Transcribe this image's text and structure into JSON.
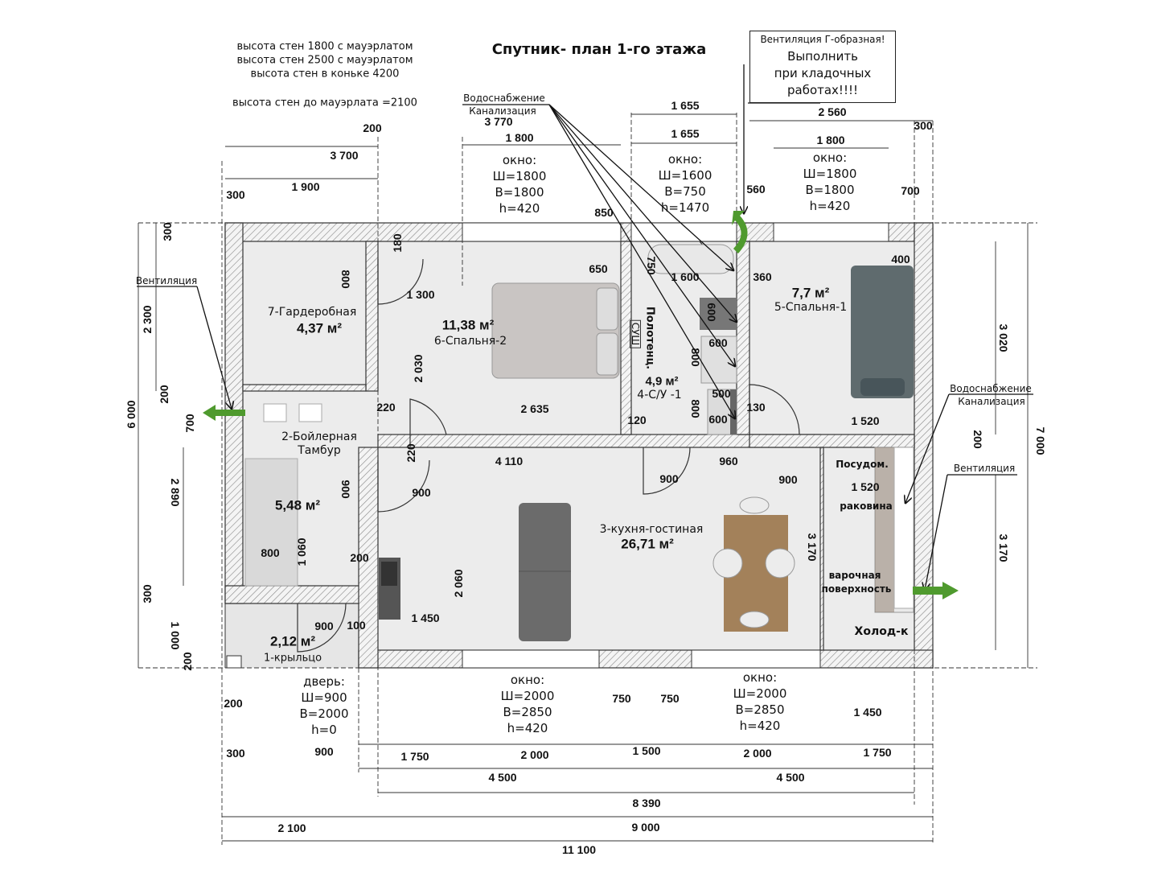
{
  "title": "Спутник- план 1-го  этажа",
  "notes": [
    "высота стен 1800 с мауэрлатом",
    "высота стен 2500 с мауэрлатом",
    "высота стен в коньке 4200",
    "высота стен до мауэрлата =2100"
  ],
  "vent_box": [
    "Вентиляция Г-образная!",
    "Выполнить",
    "при кладочных",
    "работах!!!!"
  ],
  "callouts": {
    "water_top": "Водоснабжение",
    "sewer_top": "Канализация",
    "water_right": "Водоснабжение",
    "sewer_right": "Канализация",
    "vent_left": "Вентиляция",
    "vent_right": "Вентиляция"
  },
  "rooms": {
    "wardrobe": {
      "name": "7-Гардеробная",
      "area": "4,37 м²"
    },
    "bedroom2": {
      "name": "6-Спальня-2",
      "area": "11,38 м²"
    },
    "bathroom": {
      "name": "4-С/У -1",
      "area": "4,9 м²",
      "towel": "Полотенц.",
      "dryer": "СУШ"
    },
    "bedroom1": {
      "name": "5-Спальня-1",
      "area": "7,7 м²"
    },
    "boiler": {
      "name1": "2-Бойлерная",
      "name2": "Тамбур",
      "area": "5,48 м²"
    },
    "kitchen": {
      "name": "3-кухня-гостиная",
      "area": "26,71 м²",
      "dishwasher": "Посудом.",
      "sink": "раковина",
      "hob1": "варочная",
      "hob2": "поверхность",
      "fridge": "Холод-к"
    },
    "porch": {
      "name": "1-крыльцо",
      "area": "2,12 м²"
    }
  },
  "windows": [
    {
      "label": "окно:",
      "w": "Ш=1800",
      "h": "В=1800",
      "sill": "h=420"
    },
    {
      "label": "окно:",
      "w": "Ш=1600",
      "h": "В=750",
      "sill": "h=1470"
    },
    {
      "label": "окно:",
      "w": "Ш=1800",
      "h": "В=1800",
      "sill": "h=420"
    },
    {
      "label": "окно:",
      "w": "Ш=2000",
      "h": "В=2850",
      "sill": "h=420"
    },
    {
      "label": "окно:",
      "w": "Ш=2000",
      "h": "В=2850",
      "sill": "h=420"
    }
  ],
  "door": {
    "label": "дверь:",
    "w": "Ш=900",
    "h": "В=2000",
    "sill": "h=0"
  },
  "dimensions": [
    "3 770",
    "200",
    "1 800",
    "3 700",
    "1 900",
    "300",
    "1 655",
    "1 655",
    "2 560",
    "300",
    "1 800",
    "560",
    "700",
    "850",
    "650",
    "1 300",
    "1 600",
    "360",
    "400",
    "600",
    "500",
    "600",
    "120",
    "130",
    "1 520",
    "220",
    "2 635",
    "4 110",
    "960",
    "900",
    "900",
    "900",
    "1 520",
    "800",
    "200",
    "1 450",
    "900",
    "100",
    "200",
    "300",
    "900",
    "750",
    "750",
    "1 450",
    "1 750",
    "2 000",
    "1 500",
    "2 000",
    "1 750",
    "4 500",
    "4 500",
    "8 390",
    "2 100",
    "9 000",
    "11 100",
    "300",
    "2 300",
    "200",
    "6 000",
    "700",
    "2 890",
    "300",
    "1 000",
    "200",
    "180",
    "800",
    "2 030",
    "220",
    "900",
    "1 060",
    "2 060",
    "750",
    "600",
    "800",
    "800",
    "3 020",
    "200",
    "7 000",
    "3 170",
    "3 170"
  ],
  "colors": {
    "vent_arrow": "#4f9a2e",
    "wall_hatch": "#888888",
    "floor": "#ececec",
    "table": "#a3815a"
  }
}
